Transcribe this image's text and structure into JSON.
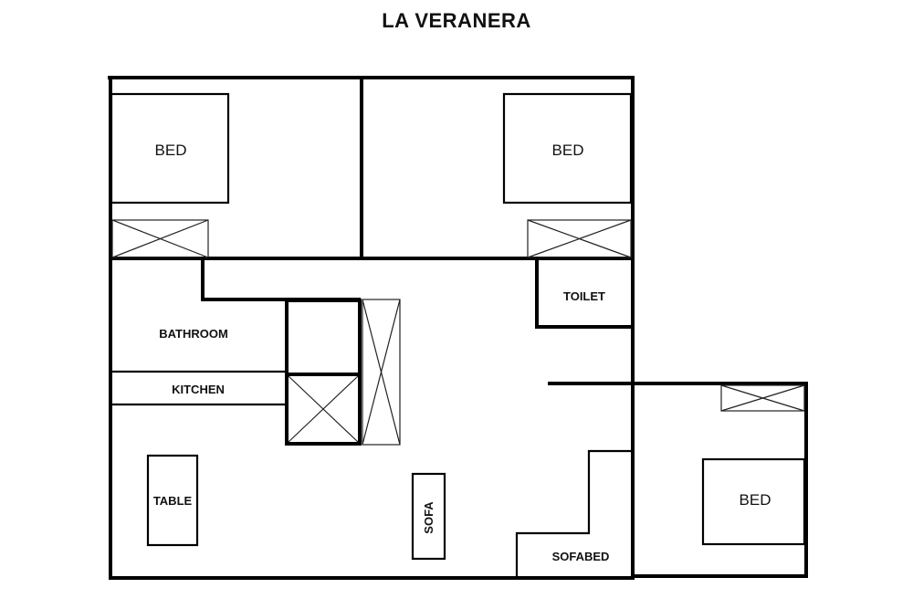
{
  "title": "LA VERANERA",
  "rooms": {
    "bedroom_1": {
      "bed_label": "BED"
    },
    "bedroom_2": {
      "bed_label": "BED"
    },
    "bedroom_3": {
      "bed_label": "BED"
    },
    "toilet": {
      "label": "TOILET"
    },
    "bathroom": {
      "label": "BATHROOM"
    },
    "kitchen": {
      "label": "KITCHEN"
    },
    "living": {
      "table_label": "TABLE",
      "sofa_label": "SOFA",
      "sofabed_label": "SOFABED"
    }
  },
  "colors": {
    "wall": "#000000",
    "background": "#ffffff"
  }
}
